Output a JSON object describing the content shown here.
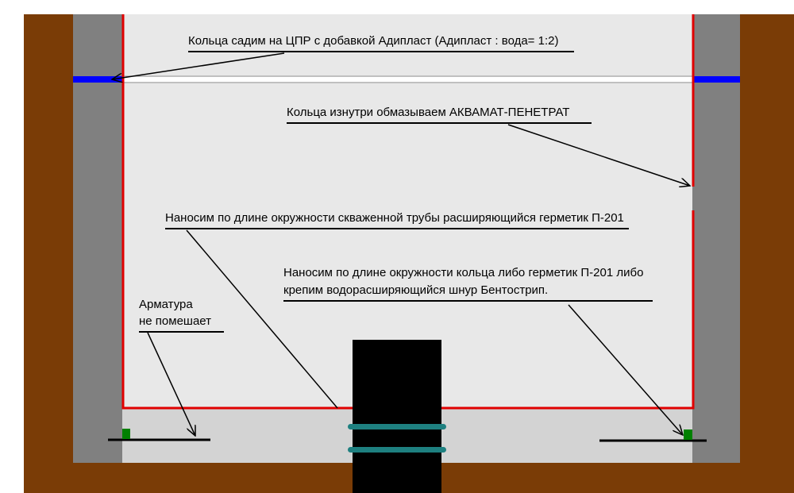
{
  "colors": {
    "soil": "#7a3c06",
    "wall": "#808080",
    "interior": "#e8e8e8",
    "base": "#d3d3d3",
    "ring_outline": "#e00000",
    "water_seal": "#0000ff",
    "pipe": "#000000",
    "sealant_band": "#1e8080",
    "marker": "#008000"
  },
  "labels": {
    "cpr": "Кольца садим на ЦПР с добавкой Адипласт (Адипласт : вода= 1:2)",
    "akvamat": "Кольца изнутри обмазываем АКВАМАТ-ПЕНЕТРАТ",
    "pipe_sealant": "Наносим по длине окружности скваженной трубы расширяющийся герметик П-201",
    "ring_sealant_line1": "Наносим по длине окружности кольца либо герметик П-201 либо",
    "ring_sealant_line2": "крепим водорасширяющийся шнур Бентострип.",
    "rebar_line1": "Арматура",
    "rebar_line2": "не помешает"
  }
}
